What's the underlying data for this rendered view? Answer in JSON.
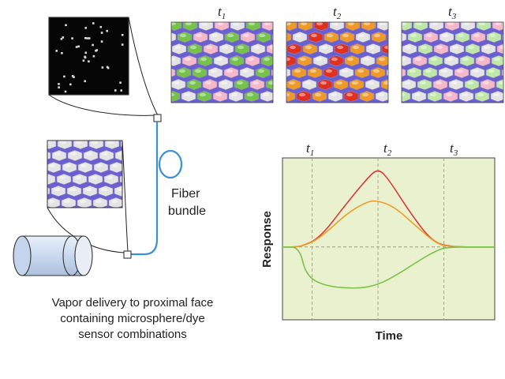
{
  "time_labels": [
    {
      "main": "t",
      "sub": "1"
    },
    {
      "main": "t",
      "sub": "2"
    },
    {
      "main": "t",
      "sub": "3"
    }
  ],
  "fiber_label": [
    "Fiber",
    "bundle"
  ],
  "caption": [
    "Vapor delivery to proximal face",
    "containing microsphere/dye",
    "sensor combinations"
  ],
  "chart_data": {
    "type": "line",
    "xlabel": "Time",
    "ylabel": "Response",
    "x_ticks": [
      {
        "main": "t",
        "sub": "1"
      },
      {
        "main": "t",
        "sub": "2"
      },
      {
        "main": "t",
        "sub": "3"
      }
    ],
    "grid": true,
    "series": [
      {
        "color": "#d93a3a",
        "points": [
          [
            0,
            0
          ],
          [
            0.09,
            0
          ],
          [
            0.18,
            0.12
          ],
          [
            0.3,
            0.52
          ],
          [
            0.4,
            0.83
          ],
          [
            0.45,
            0.95
          ],
          [
            0.5,
            0.82
          ],
          [
            0.6,
            0.42
          ],
          [
            0.7,
            0.08
          ],
          [
            0.78,
            0
          ],
          [
            1,
            0
          ]
        ]
      },
      {
        "color": "#eca02a",
        "points": [
          [
            0,
            0
          ],
          [
            0.09,
            0
          ],
          [
            0.18,
            0.11
          ],
          [
            0.3,
            0.4
          ],
          [
            0.4,
            0.55
          ],
          [
            0.45,
            0.56
          ],
          [
            0.53,
            0.48
          ],
          [
            0.63,
            0.25
          ],
          [
            0.72,
            0.05
          ],
          [
            0.78,
            0
          ],
          [
            1,
            0
          ]
        ]
      },
      {
        "color": "#7ec24a",
        "points": [
          [
            0,
            0
          ],
          [
            0.08,
            0
          ],
          [
            0.11,
            -0.45
          ],
          [
            0.2,
            -0.62
          ],
          [
            0.35,
            -0.66
          ],
          [
            0.45,
            -0.6
          ],
          [
            0.55,
            -0.42
          ],
          [
            0.65,
            -0.2
          ],
          [
            0.73,
            -0.05
          ],
          [
            0.78,
            0
          ],
          [
            1,
            0
          ]
        ]
      }
    ]
  },
  "colors": {
    "hex_base": "#e4e4e4",
    "substrate": "#6a5fcf",
    "pink": "#f5b8c8",
    "green": "#76c24a",
    "light_green": "#bfe8a8",
    "orange": "#ef9a28",
    "red": "#e0301e",
    "fiber": "#3a8fd6",
    "chart_bg": "#eaf1cf"
  },
  "panels": [
    {
      "name": "t1",
      "pattern": [
        "w",
        "p",
        "g",
        "w",
        "g",
        "p",
        "g",
        "w",
        "w",
        "p",
        "g",
        "g",
        "w",
        "p",
        "w",
        "g",
        "p",
        "g",
        "w",
        "g",
        "p",
        "w",
        "g",
        "p",
        "g",
        "w",
        "p",
        "g",
        "w",
        "g",
        "p",
        "w",
        "g",
        "w",
        "p",
        "g"
      ]
    },
    {
      "name": "t2",
      "pattern": [
        "r",
        "o",
        "w",
        "r",
        "o",
        "w",
        "o",
        "r",
        "r",
        "w",
        "o",
        "o",
        "r",
        "w",
        "o",
        "o",
        "w",
        "r",
        "o",
        "w",
        "r",
        "o",
        "o",
        "w",
        "o",
        "r",
        "w",
        "o",
        "r",
        "o",
        "w",
        "r",
        "o",
        "w",
        "r",
        "o"
      ]
    },
    {
      "name": "t3",
      "pattern": [
        "w",
        "p",
        "l",
        "w",
        "l",
        "p",
        "l",
        "w",
        "w",
        "p",
        "l",
        "l",
        "w",
        "p",
        "w",
        "l",
        "p",
        "l",
        "w",
        "l",
        "p",
        "w",
        "l",
        "p",
        "l",
        "w",
        "p",
        "l",
        "w",
        "l",
        "p",
        "w",
        "l",
        "w",
        "p",
        "l"
      ]
    }
  ]
}
